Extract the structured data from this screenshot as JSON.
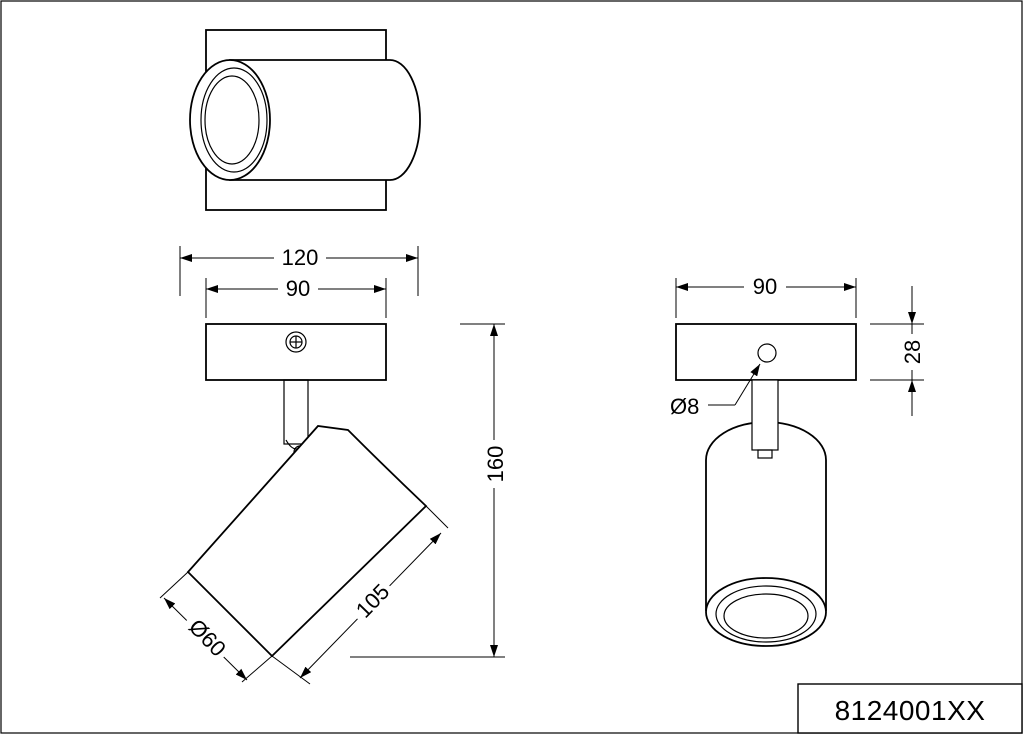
{
  "part_number": "8124001XX",
  "dimensions": {
    "overall_width": "120",
    "base_width": "90",
    "height": "160",
    "shade_length": "105",
    "shade_diameter": "Ø60",
    "side_base_width": "90",
    "base_thickness": "28",
    "hole_diameter": "Ø8"
  }
}
